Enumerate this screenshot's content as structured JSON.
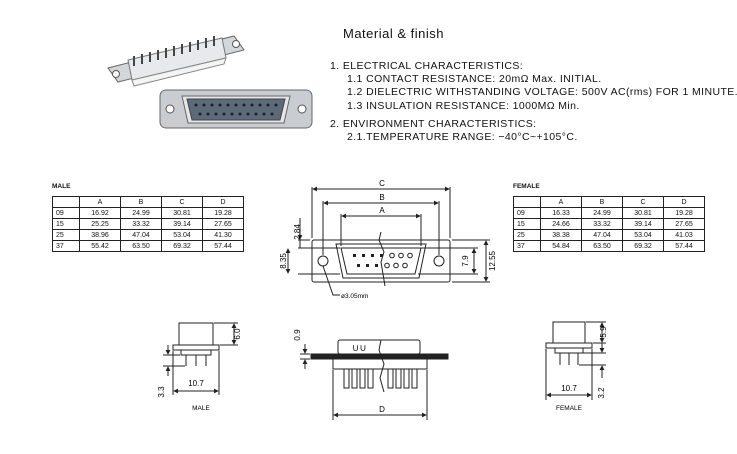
{
  "heading": "Material & finish",
  "specs": {
    "electrical_title": "1. ELECTRICAL CHARACTERISTICS:",
    "contact_resistance": "1.1 CONTACT RESISTANCE: 20mΩ Max. INITIAL.",
    "dielectric": "1.2 DIELECTRIC WITHSTANDING VOLTAGE: 500V AC(rms) FOR 1 MINUTE.",
    "insulation": "1.3 INSULATION RESISTANCE: 1000MΩ Min.",
    "environment_title": "2. ENVIRONMENT CHARACTERISTICS:",
    "temperature": "2.1.TEMPERATURE RANGE: −40°C~+105°C."
  },
  "male_table": {
    "label": "MALE",
    "headers": [
      "",
      "A",
      "B",
      "C",
      "D"
    ],
    "rows": [
      [
        "09",
        "16.92",
        "24.99",
        "30.81",
        "19.28"
      ],
      [
        "15",
        "25.25",
        "33.32",
        "39.14",
        "27.65"
      ],
      [
        "25",
        "38.96",
        "47.04",
        "53.04",
        "41.30"
      ],
      [
        "37",
        "55.42",
        "63.50",
        "69.32",
        "57.44"
      ]
    ]
  },
  "female_table": {
    "label": "FEMALE",
    "headers": [
      "",
      "A",
      "B",
      "C",
      "D"
    ],
    "rows": [
      [
        "09",
        "16.33",
        "24.99",
        "30.81",
        "19.28"
      ],
      [
        "15",
        "24.66",
        "33.32",
        "39.14",
        "27.65"
      ],
      [
        "25",
        "38.38",
        "47.04",
        "53.04",
        "41.03"
      ],
      [
        "37",
        "54.84",
        "63.50",
        "69.32",
        "57.44"
      ]
    ]
  },
  "front_view": {
    "dim_c": "C",
    "dim_b": "B",
    "dim_a": "A",
    "dim_284": "2.84",
    "dim_835": "8.35",
    "dim_79": "7.9",
    "dim_1255": "12.55",
    "hole": "ø3.05mm"
  },
  "male_side": {
    "caption": "MALE",
    "dim_height": "6.0",
    "dim_width": "10.7",
    "dim_pin": "3.3"
  },
  "bottom_view": {
    "dim_top": "0.9",
    "dim_d": "D"
  },
  "female_side": {
    "caption": "FEMALE",
    "dim_height": "5.9",
    "dim_width": "10.7",
    "dim_pin": "3.2"
  },
  "colors": {
    "line": "#222222",
    "shell": "#b9bcc0",
    "insulator": "#5d6a78"
  }
}
